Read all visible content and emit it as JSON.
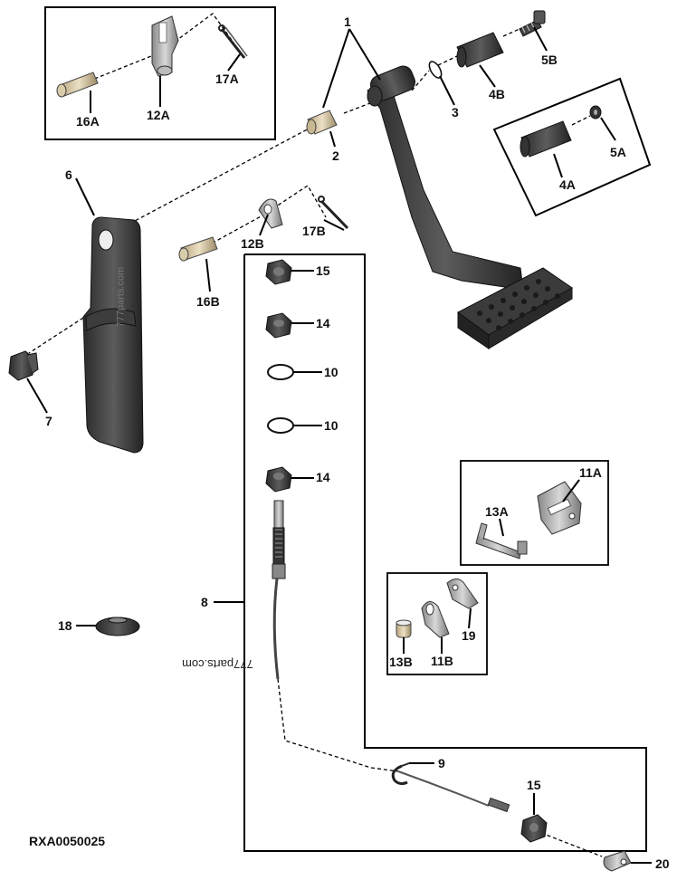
{
  "figure_code": "RXA0050025",
  "watermark": "777parts.com",
  "callouts": {
    "c1": "1",
    "c2": "2",
    "c3": "3",
    "c4a": "4A",
    "c4b": "4B",
    "c5a": "5A",
    "c5b": "5B",
    "c6": "6",
    "c7": "7",
    "c8": "8",
    "c9": "9",
    "c10a": "10",
    "c10b": "10",
    "c11a": "11A",
    "c11b": "11B",
    "c12a": "12A",
    "c12b": "12B",
    "c13a": "13A",
    "c13b": "13B",
    "c14a": "14",
    "c14b": "14",
    "c15a": "15",
    "c15b": "15",
    "c16a": "16A",
    "c16b": "16B",
    "c17a": "17A",
    "c17b": "17B",
    "c18": "18",
    "c19": "19",
    "c20": "20"
  }
}
